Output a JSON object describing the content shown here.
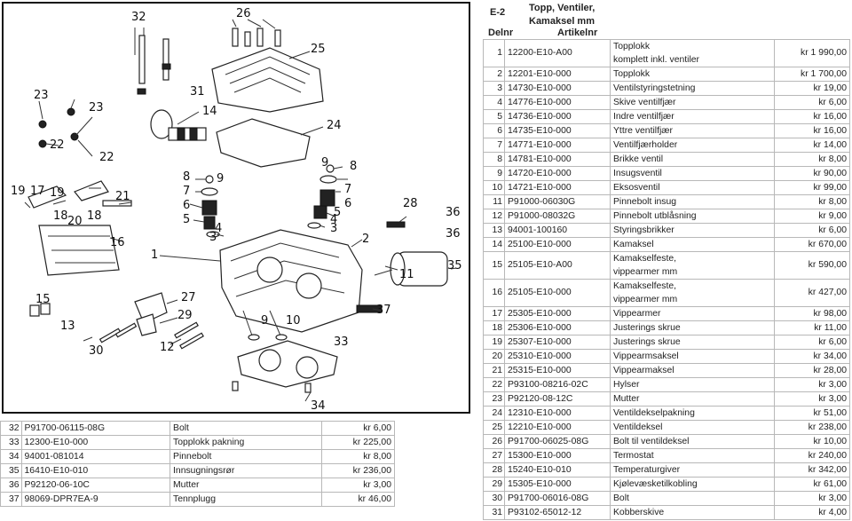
{
  "header": {
    "section": "E-2",
    "title_line1": "Topp, Ventiler,",
    "title_line2": "Kamaksel mm",
    "col_delnr": "Delnr",
    "col_artikelnr": "Artikelnr"
  },
  "diagram": {
    "callouts": [
      "32",
      "26",
      "25",
      "23",
      "31",
      "23",
      "14",
      "24",
      "22",
      "22",
      "8",
      "8",
      "9",
      "9",
      "7",
      "7",
      "6",
      "6",
      "5",
      "5",
      "4",
      "4",
      "3",
      "3",
      "19",
      "17",
      "19",
      "21",
      "18",
      "20",
      "18",
      "16",
      "28",
      "36",
      "2",
      "36",
      "1",
      "35",
      "11",
      "15",
      "27",
      "37",
      "13",
      "29",
      "9",
      "10",
      "30",
      "12",
      "33",
      "34"
    ]
  },
  "parts_left": [
    {
      "no": "32",
      "art": "P91700-06115-08G",
      "desc": "Bolt",
      "price": "kr 6,00"
    },
    {
      "no": "33",
      "art": "12300-E10-000",
      "desc": "Topplokk pakning",
      "price": "kr 225,00"
    },
    {
      "no": "34",
      "art": "94001-081014",
      "desc": "Pinnebolt",
      "price": "kr 8,00"
    },
    {
      "no": "35",
      "art": "16410-E10-010",
      "desc": "Innsugningsrør",
      "price": "kr 236,00"
    },
    {
      "no": "36",
      "art": "P92120-06-10C",
      "desc": "Mutter",
      "price": "kr 3,00"
    },
    {
      "no": "37",
      "art": "98069-DPR7EA-9",
      "desc": "Tennplugg",
      "price": "kr 46,00"
    }
  ],
  "parts_right": [
    {
      "no": "1",
      "art": "12200-E10-A00",
      "desc": "Topplokk",
      "desc2": "komplett inkl. ventiler",
      "price": "kr 1 990,00"
    },
    {
      "no": "2",
      "art": "12201-E10-000",
      "desc": "Topplokk",
      "price": "kr 1 700,00"
    },
    {
      "no": "3",
      "art": "14730-E10-000",
      "desc": "Ventilstyringstetning",
      "price": "kr 19,00"
    },
    {
      "no": "4",
      "art": "14776-E10-000",
      "desc": "Skive ventilfjær",
      "price": "kr 6,00"
    },
    {
      "no": "5",
      "art": "14736-E10-000",
      "desc": "Indre ventilfjær",
      "price": "kr 16,00"
    },
    {
      "no": "6",
      "art": "14735-E10-000",
      "desc": "Yttre ventilfjær",
      "price": "kr 16,00"
    },
    {
      "no": "7",
      "art": "14771-E10-000",
      "desc": "Ventilfjærholder",
      "price": "kr 14,00"
    },
    {
      "no": "8",
      "art": "14781-E10-000",
      "desc": "Brikke ventil",
      "price": "kr 8,00"
    },
    {
      "no": "9",
      "art": "14720-E10-000",
      "desc": "Insugsventil",
      "price": "kr 90,00"
    },
    {
      "no": "10",
      "art": "14721-E10-000",
      "desc": "Eksosventil",
      "price": "kr 99,00"
    },
    {
      "no": "11",
      "art": "P91000-06030G",
      "desc": "Pinnebolt insug",
      "price": "kr 8,00"
    },
    {
      "no": "12",
      "art": "P91000-08032G",
      "desc": "Pinnebolt utblåsning",
      "price": "kr 9,00"
    },
    {
      "no": "13",
      "art": "94001-100160",
      "desc": "Styringsbrikker",
      "price": "kr 6,00"
    },
    {
      "no": "14",
      "art": "25100-E10-000",
      "desc": "Kamaksel",
      "price": "kr 670,00"
    },
    {
      "no": "15",
      "art": "25105-E10-A00",
      "desc": "Kamakselfeste,",
      "desc2": "vippearmer mm",
      "price": "kr 590,00"
    },
    {
      "no": "16",
      "art": "25105-E10-000",
      "desc": "Kamakselfeste,",
      "desc2": "vippearmer mm",
      "price": "kr 427,00"
    },
    {
      "no": "17",
      "art": "25305-E10-000",
      "desc": "Vippearmer",
      "price": "kr 98,00"
    },
    {
      "no": "18",
      "art": "25306-E10-000",
      "desc": "Justerings skrue",
      "price": "kr 11,00"
    },
    {
      "no": "19",
      "art": "25307-E10-000",
      "desc": "Justerings skrue",
      "price": "kr 6,00"
    },
    {
      "no": "20",
      "art": "25310-E10-000",
      "desc": "Vippearmsaksel",
      "price": "kr 34,00"
    },
    {
      "no": "21",
      "art": "25315-E10-000",
      "desc": "Vippearmaksel",
      "price": "kr 28,00"
    },
    {
      "no": "22",
      "art": "P93100-08216-02C",
      "desc": "Hylser",
      "price": "kr 3,00"
    },
    {
      "no": "23",
      "art": "P92120-08-12C",
      "desc": "Mutter",
      "price": "kr 3,00"
    },
    {
      "no": "24",
      "art": "12310-E10-000",
      "desc": "Ventildekselpakning",
      "price": "kr 51,00"
    },
    {
      "no": "25",
      "art": "12210-E10-000",
      "desc": "Ventildeksel",
      "price": "kr 238,00"
    },
    {
      "no": "26",
      "art": "P91700-06025-08G",
      "desc": "Bolt til ventildeksel",
      "price": "kr 10,00"
    },
    {
      "no": "27",
      "art": "15300-E10-000",
      "desc": "Termostat",
      "price": "kr 240,00"
    },
    {
      "no": "28",
      "art": "15240-E10-010",
      "desc": "Temperaturgiver",
      "price": "kr 342,00"
    },
    {
      "no": "29",
      "art": "15305-E10-000",
      "desc": "Kjølevæsketilkobling",
      "price": "kr 61,00"
    },
    {
      "no": "30",
      "art": "P91700-06016-08G",
      "desc": "Bolt",
      "price": "kr 3,00"
    },
    {
      "no": "31",
      "art": "P93102-65012-12",
      "desc": "Kobberskive",
      "price": "kr 4,00"
    }
  ]
}
